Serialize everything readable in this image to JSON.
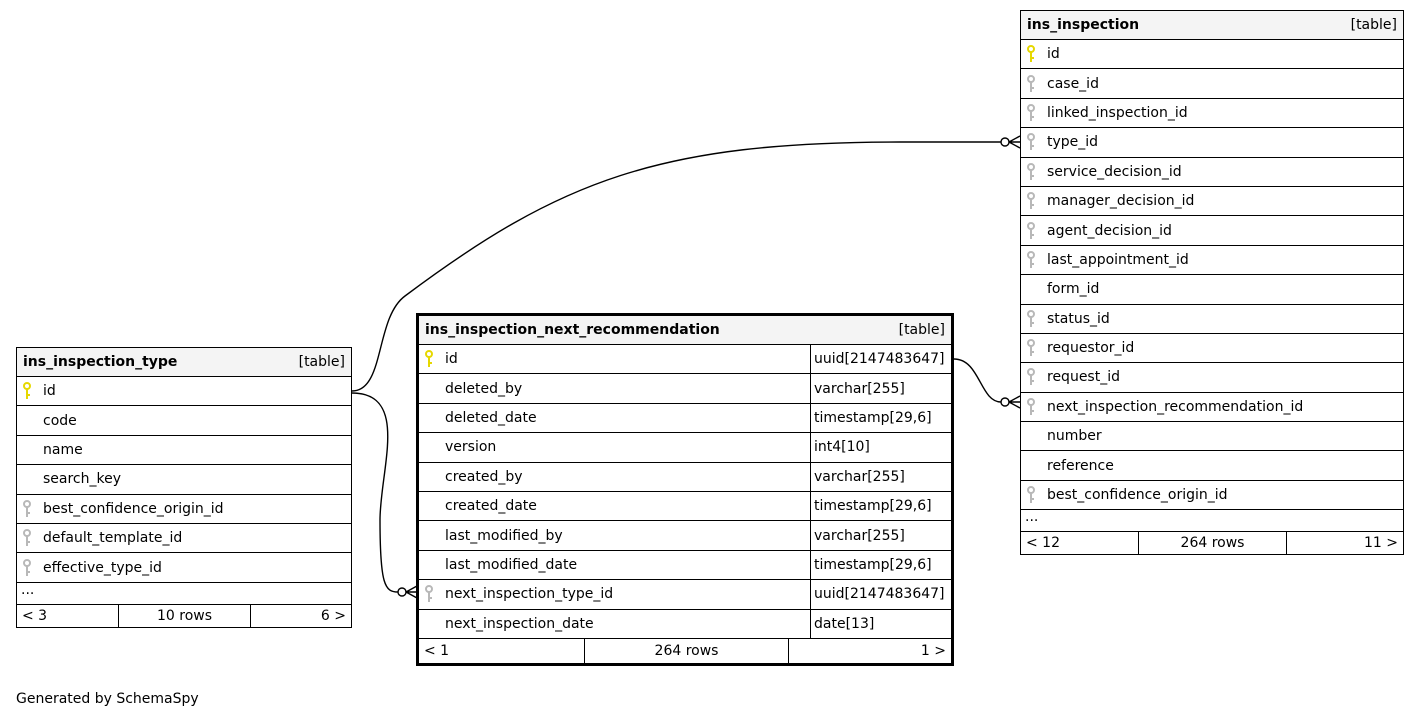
{
  "tables": {
    "inspection_type": {
      "name": "ins_inspection_type",
      "kind": "[table]",
      "columns": [
        {
          "name": "id",
          "key": "primary"
        },
        {
          "name": "code",
          "key": "none"
        },
        {
          "name": "name",
          "key": "none"
        },
        {
          "name": "search_key",
          "key": "none"
        },
        {
          "name": "best_confidence_origin_id",
          "key": "foreign"
        },
        {
          "name": "default_template_id",
          "key": "foreign"
        },
        {
          "name": "effective_type_id",
          "key": "foreign"
        }
      ],
      "ellipsis": "...",
      "footer": {
        "prev": "< 3",
        "rows": "10 rows",
        "next": "6 >"
      }
    },
    "next_recommendation": {
      "name": "ins_inspection_next_recommendation",
      "kind": "[table]",
      "columns": [
        {
          "name": "id",
          "type": "uuid[2147483647]",
          "key": "primary"
        },
        {
          "name": "deleted_by",
          "type": "varchar[255]",
          "key": "none"
        },
        {
          "name": "deleted_date",
          "type": "timestamp[29,6]",
          "key": "none"
        },
        {
          "name": "version",
          "type": "int4[10]",
          "key": "none"
        },
        {
          "name": "created_by",
          "type": "varchar[255]",
          "key": "none"
        },
        {
          "name": "created_date",
          "type": "timestamp[29,6]",
          "key": "none"
        },
        {
          "name": "last_modified_by",
          "type": "varchar[255]",
          "key": "none"
        },
        {
          "name": "last_modified_date",
          "type": "timestamp[29,6]",
          "key": "none"
        },
        {
          "name": "next_inspection_type_id",
          "type": "uuid[2147483647]",
          "key": "foreign"
        },
        {
          "name": "next_inspection_date",
          "type": "date[13]",
          "key": "none"
        }
      ],
      "footer": {
        "prev": "< 1",
        "rows": "264 rows",
        "next": "1 >"
      }
    },
    "inspection": {
      "name": "ins_inspection",
      "kind": "[table]",
      "columns": [
        {
          "name": "id",
          "key": "primary"
        },
        {
          "name": "case_id",
          "key": "foreign"
        },
        {
          "name": "linked_inspection_id",
          "key": "foreign"
        },
        {
          "name": "type_id",
          "key": "foreign"
        },
        {
          "name": "service_decision_id",
          "key": "foreign"
        },
        {
          "name": "manager_decision_id",
          "key": "foreign"
        },
        {
          "name": "agent_decision_id",
          "key": "foreign"
        },
        {
          "name": "last_appointment_id",
          "key": "foreign"
        },
        {
          "name": "form_id",
          "key": "none"
        },
        {
          "name": "status_id",
          "key": "foreign"
        },
        {
          "name": "requestor_id",
          "key": "foreign"
        },
        {
          "name": "request_id",
          "key": "foreign"
        },
        {
          "name": "next_inspection_recommendation_id",
          "key": "foreign"
        },
        {
          "name": "number",
          "key": "none"
        },
        {
          "name": "reference",
          "key": "none"
        },
        {
          "name": "best_confidence_origin_id",
          "key": "foreign"
        }
      ],
      "ellipsis": "...",
      "footer": {
        "prev": "< 12",
        "rows": "264 rows",
        "next": "11 >"
      }
    }
  },
  "relationships": [
    {
      "from": "ins_inspection_type.id",
      "to": "ins_inspection.type_id",
      "cardinality": "zero-or-many"
    },
    {
      "from": "ins_inspection_type.id",
      "to": "ins_inspection_next_recommendation.next_inspection_type_id",
      "cardinality": "zero-or-many"
    },
    {
      "from": "ins_inspection_next_recommendation.id",
      "to": "ins_inspection.next_inspection_recommendation_id",
      "cardinality": "zero-or-many"
    }
  ],
  "colors": {
    "primary_key": "#e6d800",
    "foreign_key": "#b8b8b8",
    "header_bg": "#f4f4f4"
  },
  "footer_note": "Generated by SchemaSpy"
}
